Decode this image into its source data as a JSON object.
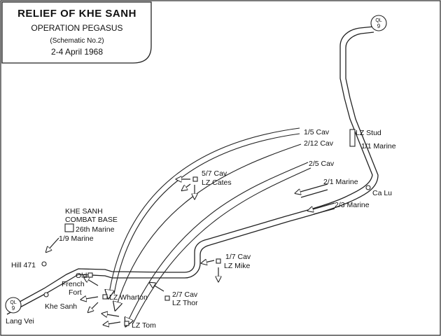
{
  "title_block": {
    "title": "RELIEF OF KHE SANH",
    "subtitle": "OPERATION PEGASUS",
    "schematic": "(Schematic No.2)",
    "dates": "2-4 April 1968"
  },
  "route_marker": {
    "top": "QL",
    "number": "9"
  },
  "places": {
    "lz_stud": "LZ Stud",
    "ca_lu": "Ca Lu",
    "lz_cates": "LZ Cates",
    "lz_mike": "LZ Mike",
    "lz_wharton": "LZ Wharton",
    "lz_thor": "LZ Thor",
    "lz_tom": "LZ Tom",
    "combat_base_line1": "KHE SANH",
    "combat_base_line2": "COMBAT BASE",
    "hill_471": "Hill 471",
    "old_fort_1": "Old",
    "old_fort_2": "French",
    "old_fort_3": "Fort",
    "khe_sanh": "Khe Sanh",
    "lang_vei": "Lang Vei"
  },
  "units": {
    "cav_1_5": "1/5 Cav",
    "cav_2_12": "2/12 Cav",
    "marine_1_1": "1/1 Marine",
    "cav_2_5": "2/5 Cav",
    "marine_2_1": "2/1 Marine",
    "marine_2_3": "2/3 Marine",
    "cav_5_7": "5/7 Cav",
    "marine_26": "26th Marine",
    "marine_1_9": "1/9 Marine",
    "cav_1_7": "1/7 Cav",
    "cav_2_7": "2/7 Cav"
  },
  "colors": {
    "ink": "#222222",
    "paper": "#ffffff"
  }
}
